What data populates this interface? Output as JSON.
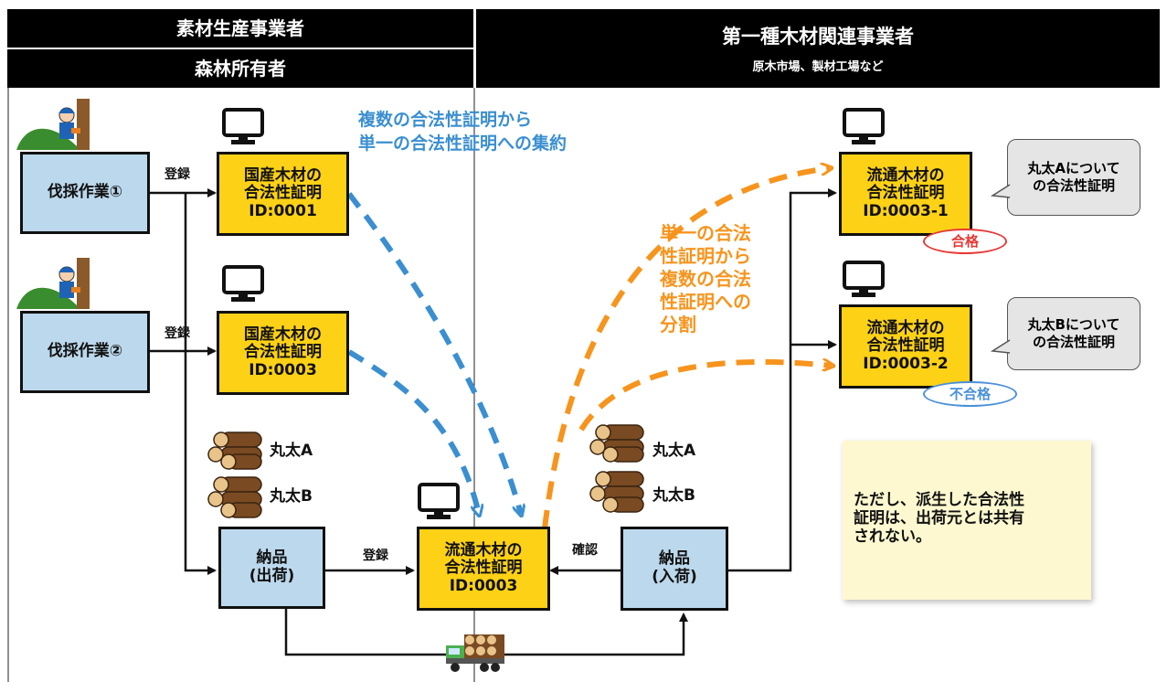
{
  "headers": {
    "left_top": "素材生産事業者",
    "left_bottom": "森林所有者",
    "right_top": "第一種木材関連事業者",
    "right_sub": "原木市場、製材工場など"
  },
  "nodes": {
    "logging1": "伐採作業①",
    "logging2": "伐採作業②",
    "domestic1": [
      "国産木材の",
      "合法性証明",
      "ID:0001"
    ],
    "domestic2": [
      "国産木材の",
      "合法性証明",
      "ID:0003"
    ],
    "delivery_out": [
      "納品",
      "(出荷)"
    ],
    "delivery_in": [
      "納品",
      "(入荷)"
    ],
    "dist_center": [
      "流通木材の",
      "合法性証明",
      "ID:0003"
    ],
    "dist_1": [
      "流通木材の",
      "合法性証明",
      "ID:0003-1"
    ],
    "dist_2": [
      "流通木材の",
      "合法性証明",
      "ID:0003-2"
    ]
  },
  "labels": {
    "register1": "登録",
    "register2": "登録",
    "register3": "登録",
    "confirm": "確認",
    "log_a_left": "丸太A",
    "log_b_left": "丸太B",
    "log_a_right": "丸太A",
    "log_b_right": "丸太B"
  },
  "annotations": {
    "aggregate": [
      "複数の合法性証明から",
      "単一の合法性証明への集約"
    ],
    "split": [
      "単一の合法",
      "性証明から",
      "複数の合法",
      "性証明への",
      "分割"
    ],
    "note": [
      "ただし、派生した合法性",
      "証明は、出荷元とは共有",
      "されない。"
    ]
  },
  "callouts": {
    "a": [
      "丸太Aについて",
      "の合法性証明"
    ],
    "b": [
      "丸太Bについて",
      "の合法性証明"
    ]
  },
  "badges": {
    "pass": "合格",
    "fail": "不合格"
  },
  "colors": {
    "header_bg": "#000000",
    "box_blue": "#bcd8ec",
    "box_yellow": "#fcd116",
    "aggregate_arrow": "#3b8fd0",
    "split_arrow": "#f7941d",
    "pass": "#e53935",
    "fail": "#4a90d9",
    "note_bg": "#fdf8cf"
  },
  "icons": [
    "monitor-icon",
    "forestry-worker-icon",
    "log-pile-icon",
    "truck-icon"
  ]
}
